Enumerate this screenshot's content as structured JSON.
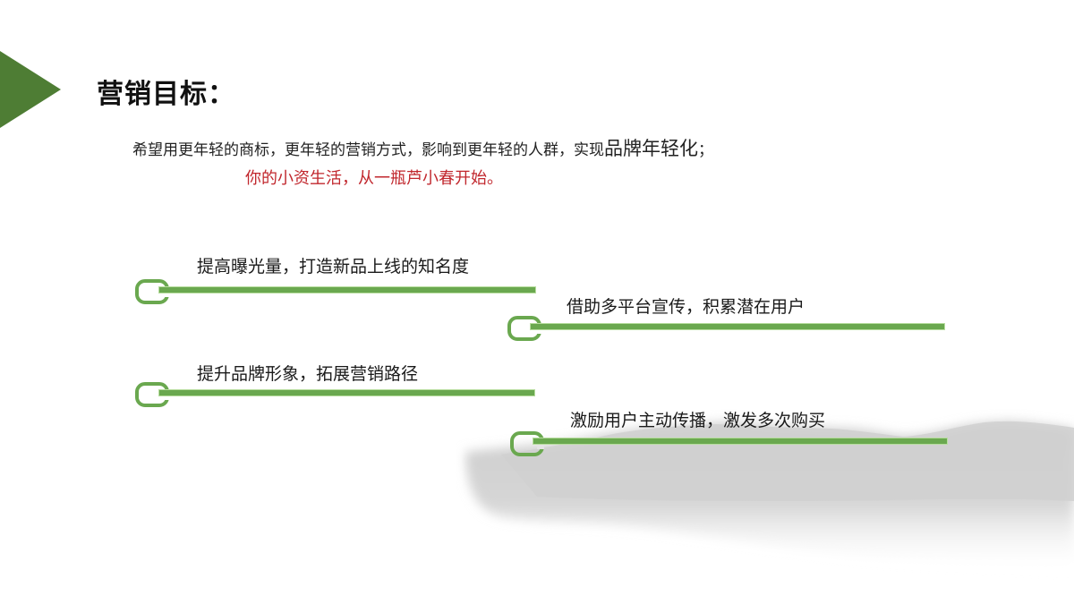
{
  "slide": {
    "title": "营销目标：",
    "description_prefix": "希望用更年轻的商标，更年轻的营销方式，影响到更年轻的人群，实现",
    "description_emphasis": "品牌年轻化",
    "description_suffix": "；",
    "slogan": "你的小资生活，从一瓶芦小春开始。",
    "goals": [
      {
        "label": "提高曝光量，打造新品上线的知名度"
      },
      {
        "label": "借助多平台宣传，积累潜在用户"
      },
      {
        "label": "提升品牌形象，拓展营销路径"
      },
      {
        "label": "激励用户主动传播，激发多次购买"
      }
    ]
  },
  "colors": {
    "accent_green": "#4e7d34",
    "line_green": "#6aa84f",
    "slogan_red": "#c1272d",
    "mountain_gray": "#cfcfcf"
  }
}
